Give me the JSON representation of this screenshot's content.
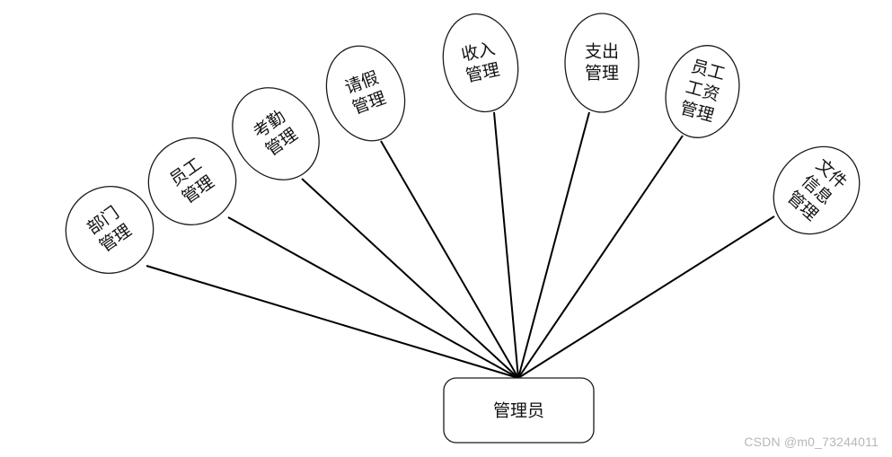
{
  "root": {
    "label": "管理员"
  },
  "nodes": [
    {
      "id": "department",
      "lines": [
        "部门",
        "管理"
      ]
    },
    {
      "id": "employee",
      "lines": [
        "员工",
        "管理"
      ]
    },
    {
      "id": "attendance",
      "lines": [
        "考勤",
        "管理"
      ]
    },
    {
      "id": "leave",
      "lines": [
        "请假",
        "管理"
      ]
    },
    {
      "id": "income",
      "lines": [
        "收入",
        "管理"
      ]
    },
    {
      "id": "expense",
      "lines": [
        "支出",
        "管理"
      ]
    },
    {
      "id": "salary",
      "lines": [
        "员工",
        "工资",
        "管理"
      ]
    },
    {
      "id": "fileinfo",
      "lines": [
        "文件",
        "信息",
        "管理"
      ]
    }
  ],
  "watermark": "CSDN @m0_73244011"
}
